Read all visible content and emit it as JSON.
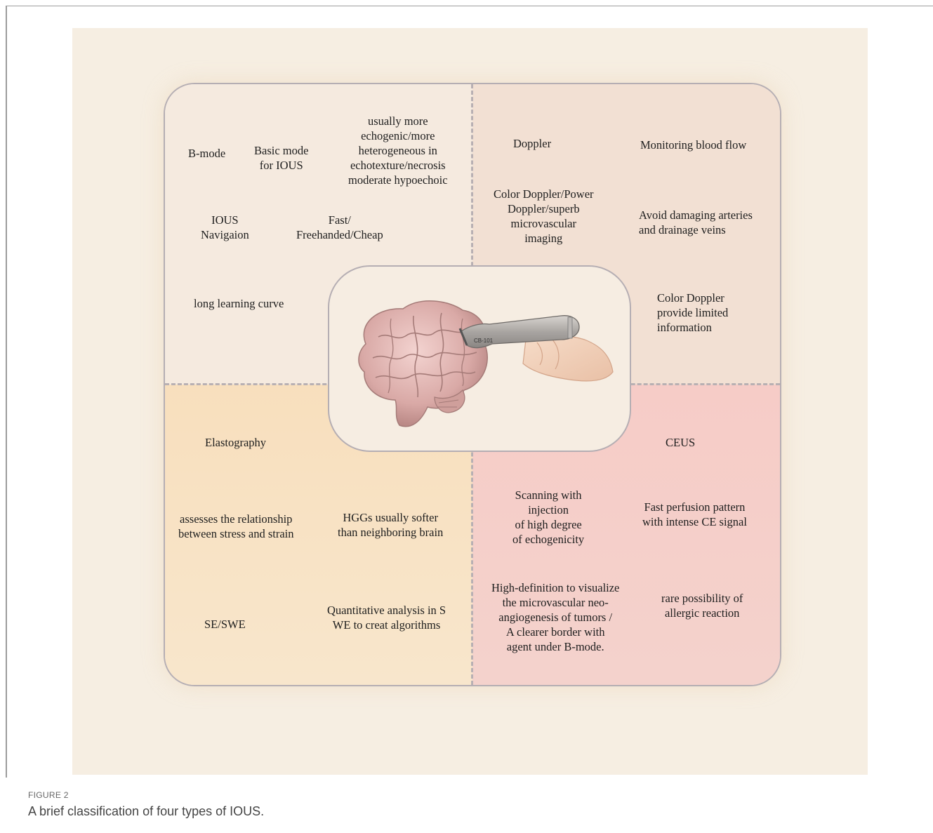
{
  "figure": {
    "label": "FIGURE 2",
    "caption": "A brief classification of four types of IOUS."
  },
  "quadrants": {
    "top_left": {
      "title": "B-mode",
      "items": [
        "Basic mode\nfor IOUS",
        "usually more\nechogenic/more\nheterogeneous in\nechotexture/necrosis\nmoderate hypoechoic",
        "IOUS\nNavigaion",
        "Fast/\nFreehanded/Cheap",
        "long learning curve"
      ]
    },
    "top_right": {
      "title": "Doppler",
      "items": [
        "Monitoring blood flow",
        "Color Doppler/Power\nDoppler/superb\nmicrovascular\nimaging",
        "Avoid damaging arteries\nand drainage veins",
        "Color Doppler\nprovide limited\ninformation"
      ]
    },
    "bottom_left": {
      "title": "Elastography",
      "items": [
        "assesses the relationship\nbetween stress and strain",
        "HGGs usually softer\nthan neighboring brain",
        "SE/SWE",
        "Quantitative analysis in S\nWE to creat algorithms"
      ]
    },
    "bottom_right": {
      "title": "CEUS",
      "items": [
        "Scanning with\ninjection\nof high degree\nof echogenicity",
        "Fast perfusion pattern\nwith intense CE signal",
        "High-definition to visualize\nthe microvascular neo-\nangiogenesis of tumors /\nA clearer border with\nagent under B-mode.",
        "rare possibility of\nallergic reaction"
      ]
    }
  },
  "probe_label": "CB-101",
  "colors": {
    "top_left": "#f5eadf",
    "top_right": "#f2e0d3",
    "bottom_left": "#f8dfbd",
    "bottom_right": "#f6ccc7",
    "border": "#b5aeb3"
  }
}
